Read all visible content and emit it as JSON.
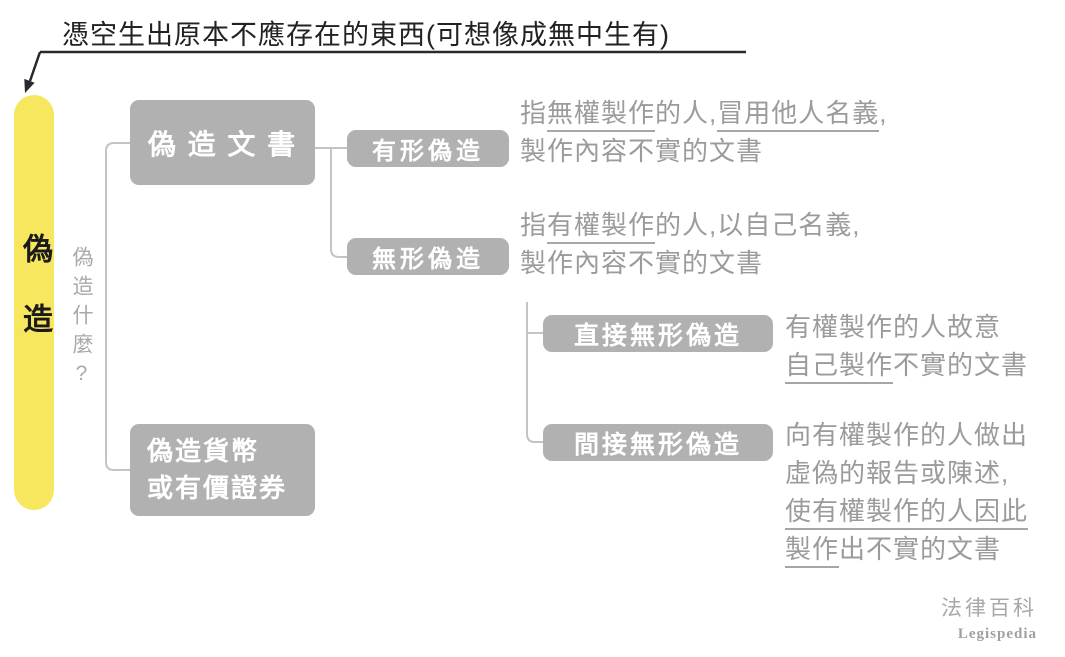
{
  "annotation": {
    "text": "憑空生出原本不應存在的東西(可想像成無中生有)"
  },
  "root": {
    "label": "偽造"
  },
  "axis_question": {
    "label": "偽造什麼?"
  },
  "nodes": {
    "document": {
      "label": "偽 造 文 書"
    },
    "currency": {
      "line1": "偽造貨幣",
      "line2": "或有價證券"
    },
    "tangible": {
      "label": "有形偽造"
    },
    "intangible": {
      "label": "無形偽造"
    },
    "direct": {
      "label": "直接無形偽造"
    },
    "indirect": {
      "label": "間接無形偽造"
    }
  },
  "descriptions": {
    "tangible": {
      "lines": [
        [
          {
            "t": "指"
          },
          {
            "t": "無權製作",
            "u": true
          },
          {
            "t": "的人,"
          },
          {
            "t": "冒用他人名義",
            "u": true
          },
          {
            "t": ","
          }
        ],
        [
          {
            "t": "製作內容不實的文書"
          }
        ]
      ]
    },
    "intangible": {
      "lines": [
        [
          {
            "t": "指"
          },
          {
            "t": "有權製作",
            "u": true
          },
          {
            "t": "的人,以自己名義,"
          }
        ],
        [
          {
            "t": "製作內容不實的文書"
          }
        ]
      ]
    },
    "direct": {
      "lines": [
        [
          {
            "t": "有權製作的人故意"
          }
        ],
        [
          {
            "t": "自己製作",
            "u": true
          },
          {
            "t": "不實的文書"
          }
        ]
      ]
    },
    "indirect": {
      "lines": [
        [
          {
            "t": "向有權製作的人做出"
          }
        ],
        [
          {
            "t": "虛偽的報告或陳述,"
          }
        ],
        [
          {
            "t": "使有權製作的人因此",
            "u": true
          }
        ],
        [
          {
            "t": "製作",
            "u": true
          },
          {
            "t": "出不實的文書"
          }
        ]
      ]
    }
  },
  "footer": {
    "brand_zh": "法律百科",
    "brand_en": "Legispedia"
  },
  "colors": {
    "highlight_yellow": "#f6e75f",
    "node_gray": "#b1b1b1",
    "desc_gray": "#9b9b9b",
    "line_gray": "#c4c4c4",
    "ink": "#2a2a2a"
  }
}
